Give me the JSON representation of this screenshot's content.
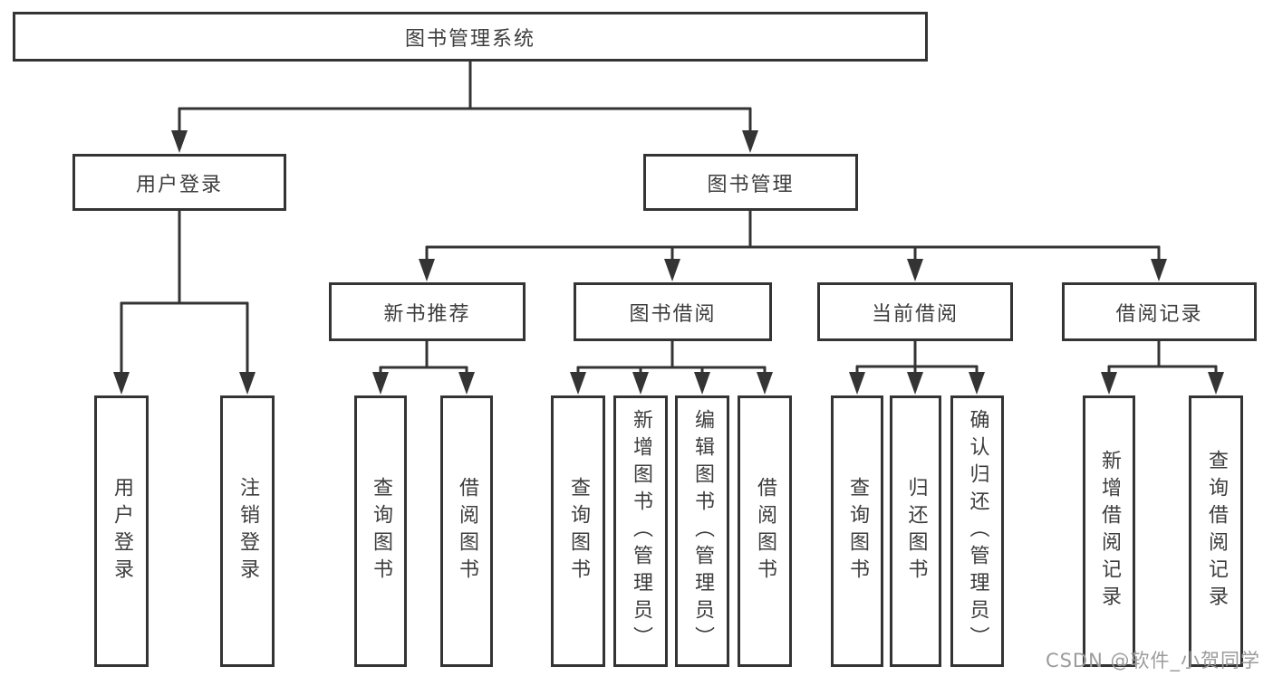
{
  "diagram_title": "图书管理系统",
  "nodes": {
    "root": {
      "label": "图书管理系统"
    },
    "user_login": {
      "label": "用户登录"
    },
    "book_management": {
      "label": "图书管理"
    },
    "new_book_recommend": {
      "label": "新书推荐"
    },
    "book_borrow": {
      "label": "图书借阅"
    },
    "current_borrow": {
      "label": "当前借阅"
    },
    "borrow_records": {
      "label": "借阅记录"
    },
    "leaf_user_login": {
      "label": "用户登录"
    },
    "leaf_logout": {
      "label": "注销登录"
    },
    "leaf_nbr_query_books": {
      "label": "查询图书"
    },
    "leaf_nbr_borrow_books": {
      "label": "借阅图书"
    },
    "leaf_bb_query_books": {
      "label": "查询图书"
    },
    "leaf_bb_add_books": {
      "label": "新增图书（管理员）"
    },
    "leaf_bb_edit_books": {
      "label": "编辑图书（管理员）"
    },
    "leaf_bb_borrow_books": {
      "label": "借阅图书"
    },
    "leaf_cb_query_books": {
      "label": "查询图书"
    },
    "leaf_cb_return_books": {
      "label": "归还图书"
    },
    "leaf_cb_confirm_return": {
      "label": "确认归还（管理员）"
    },
    "leaf_br_add_record": {
      "label": "新增借阅记录"
    },
    "leaf_br_query_record": {
      "label": "查询借阅记录"
    }
  },
  "hierarchy": {
    "图书管理系统": {
      "用户登录": [
        "用户登录",
        "注销登录"
      ],
      "图书管理": {
        "新书推荐": [
          "查询图书",
          "借阅图书"
        ],
        "图书借阅": [
          "查询图书",
          "新增图书（管理员）",
          "编辑图书（管理员）",
          "借阅图书"
        ],
        "当前借阅": [
          "查询图书",
          "归还图书",
          "确认归还（管理员）"
        ],
        "借阅记录": [
          "新增借阅记录",
          "查询借阅记录"
        ]
      }
    }
  },
  "watermark": {
    "text": "CSDN @软件_小贺同学"
  },
  "colors": {
    "line": "#343434",
    "border": "#343434",
    "text": "#3d3d3d",
    "background": "#ffffff",
    "watermark": "#9b9b9b"
  }
}
